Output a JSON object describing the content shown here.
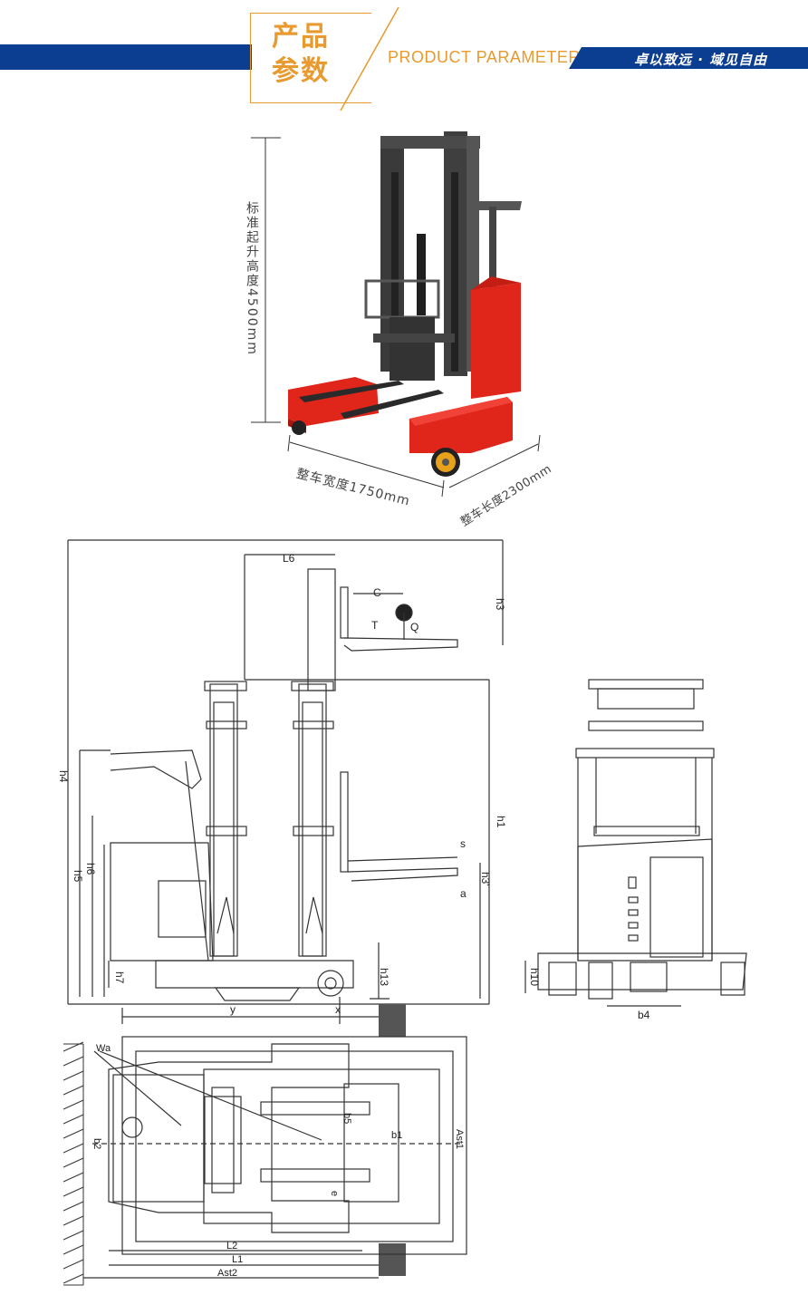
{
  "header": {
    "title_zh": "产品参数",
    "title_en": "PRODUCT PARAMETER",
    "slogan": "卓以致远 · 域见自由",
    "colors": {
      "blue": "#0b3d91",
      "orange": "#e89a2e"
    }
  },
  "product_photo": {
    "lift_height_label": "标准起升高度4500mm",
    "width_label": "整车宽度1750mm",
    "length_label": "整车长度2300mm",
    "colors": {
      "body": "#e0251b",
      "mast": "#3a3a3a",
      "wheel": "#e8a21a"
    }
  },
  "side_drawing": {
    "labels": {
      "l6": "L6",
      "h3": "h3",
      "h1": "h1",
      "h4": "h4",
      "h6": "h6",
      "h5": "h5",
      "h7": "h7",
      "h13": "h13",
      "h31": "h3'",
      "y": "y",
      "x": "x",
      "c": "C",
      "s": "s",
      "q": "Q",
      "a": "a",
      "t": "T"
    }
  },
  "front_drawing": {
    "labels": {
      "h10": "h10",
      "b4": "b4"
    }
  },
  "top_drawing": {
    "labels": {
      "wa": "Wa",
      "b2": "b2",
      "l2": "L2",
      "l1": "L1",
      "ast2": "Ast2",
      "ast1": "Ast1",
      "b5": "b5",
      "e": "e",
      "b1": "b1"
    }
  }
}
